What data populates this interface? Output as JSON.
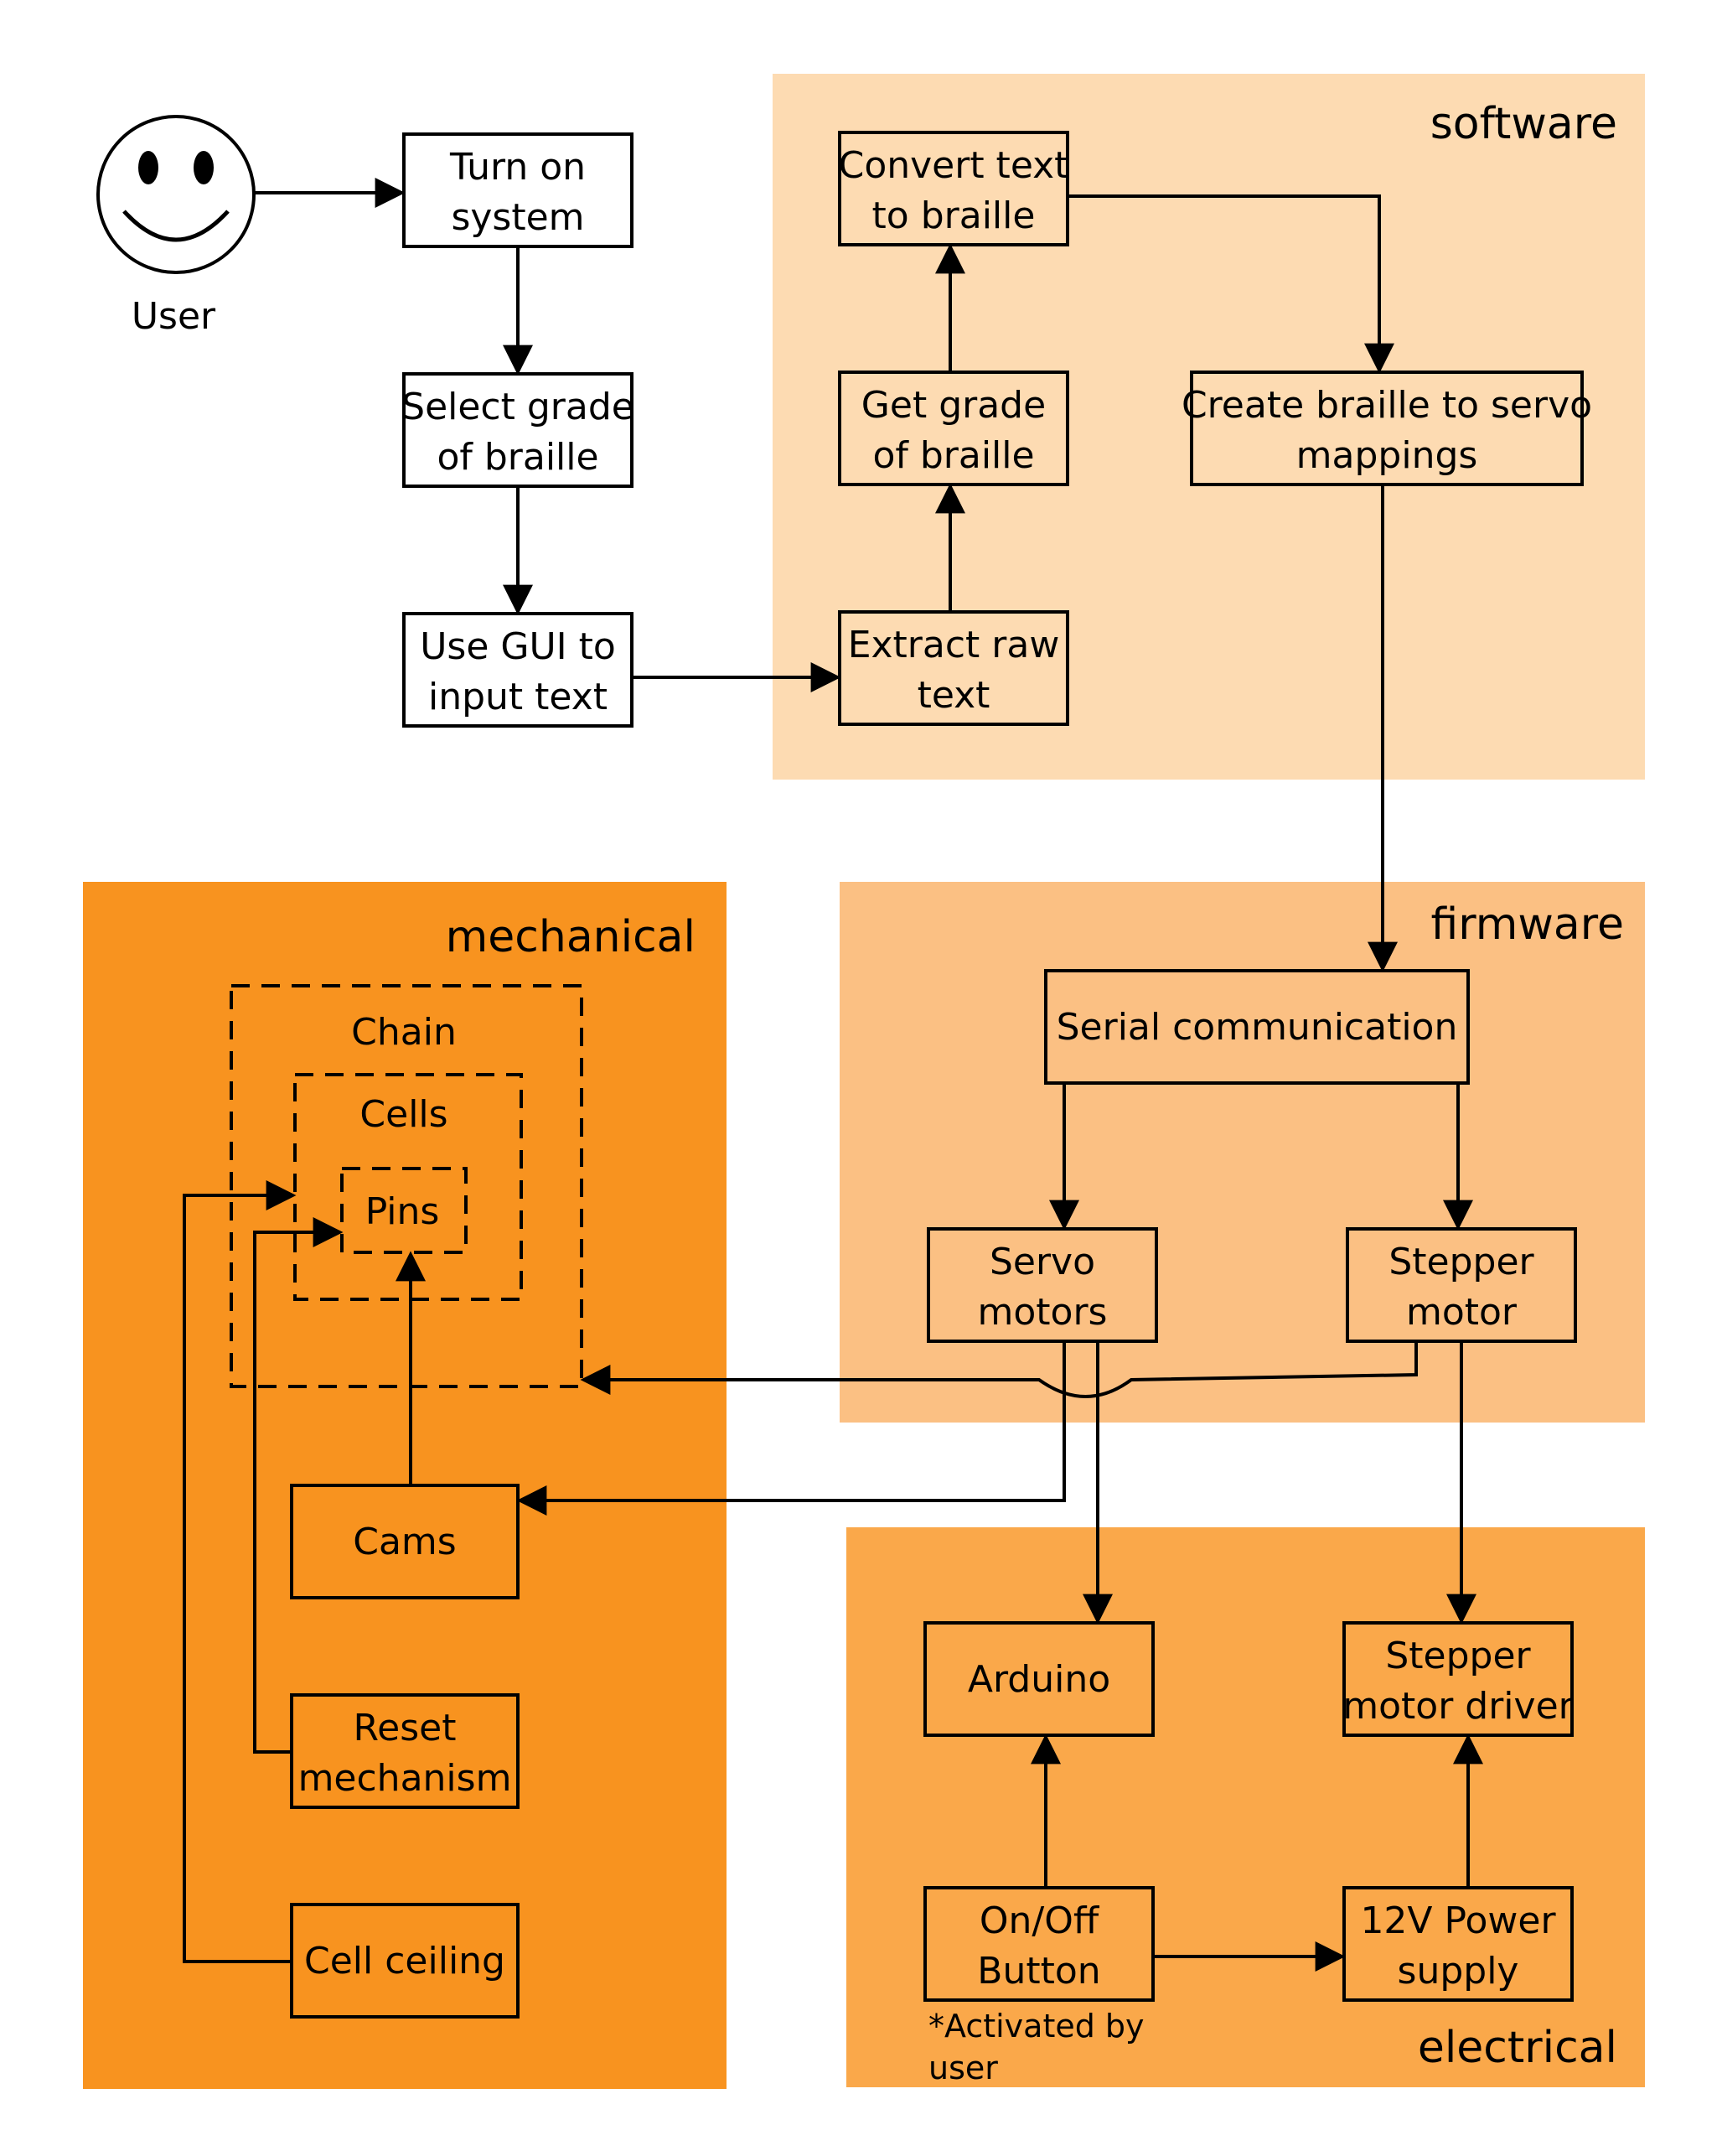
{
  "regions": {
    "software": "software",
    "firmware": "firmware",
    "mechanical": "mechanical",
    "electrical": "electrical"
  },
  "colors": {
    "software_bg": "#FDDBB2",
    "firmware_bg": "#FBC083",
    "mechanical_bg": "#F8931F",
    "electrical_bg": "#FAA84A",
    "line": "#000000"
  },
  "user": {
    "label": "User",
    "icon": "smiley-face-icon"
  },
  "nodes": {
    "turn_on": [
      "Turn on",
      "system"
    ],
    "select_grade": [
      "Select grade",
      "of braille"
    ],
    "use_gui": [
      "Use GUI to",
      "input text"
    ],
    "extract": [
      "Extract raw",
      "text"
    ],
    "get_grade": [
      "Get grade",
      "of braille"
    ],
    "convert": [
      "Convert text",
      "to braille"
    ],
    "create_map": [
      "Create braille to servo",
      "mappings"
    ],
    "serial": "Serial communication",
    "servo": [
      "Servo",
      "motors"
    ],
    "stepper": [
      "Stepper",
      "motor"
    ],
    "chain": "Chain",
    "cells": "Cells",
    "pins": "Pins",
    "cams": "Cams",
    "reset": [
      "Reset",
      "mechanism"
    ],
    "ceiling": "Cell ceiling",
    "arduino": "Arduino",
    "stepper_driver": [
      "Stepper",
      "motor driver"
    ],
    "onoff": [
      "On/Off",
      "Button"
    ],
    "power": [
      "12V Power",
      "supply"
    ]
  },
  "onoff_note": [
    "*Activated by",
    "user"
  ]
}
